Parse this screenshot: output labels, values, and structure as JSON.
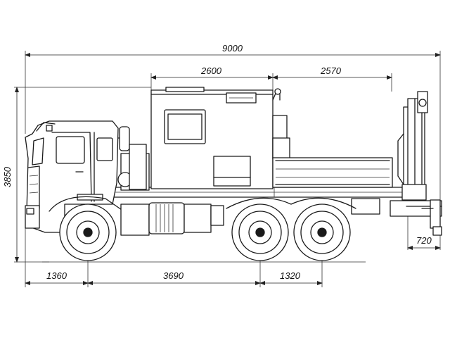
{
  "dimensions": {
    "overall_length": "9000",
    "box_length": "2600",
    "rear_length": "2570",
    "height": "3850",
    "front_overhang": "1360",
    "wheelbase_front": "3690",
    "wheelbase_rear": "1320",
    "rear_extension": "720"
  },
  "colors": {
    "line": "#1a1a1a",
    "background": "#ffffff"
  }
}
